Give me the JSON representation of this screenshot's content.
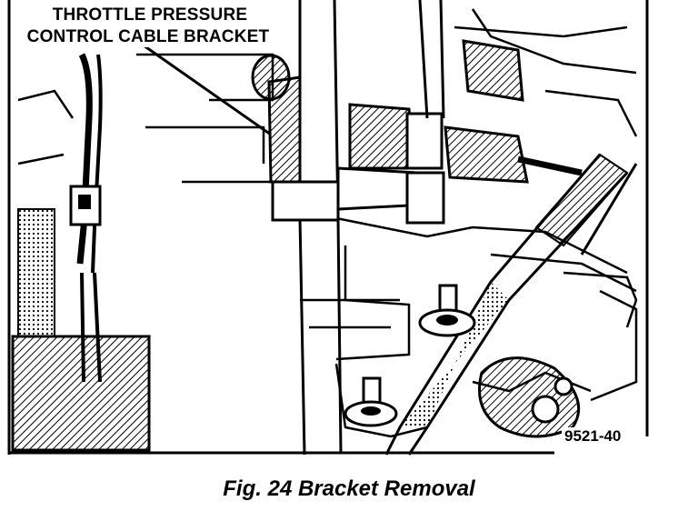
{
  "labels": {
    "line1": "THROTTLE PRESSURE",
    "line2": "CONTROL CABLE BRACKET"
  },
  "figure_code": "9521-40",
  "caption": "Fig. 24 Bracket Removal"
}
